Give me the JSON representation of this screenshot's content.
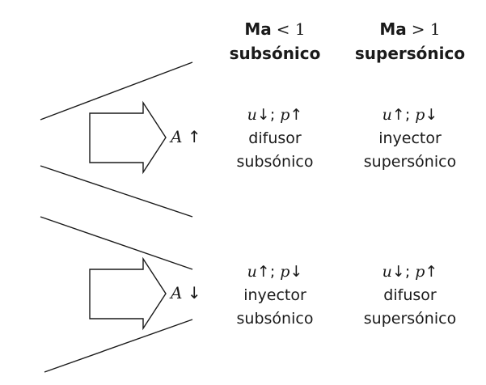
{
  "headers": {
    "subsonic": {
      "ma": "Ma",
      "relation": "< 1",
      "label": "subsónico"
    },
    "supersonic": {
      "ma": "Ma",
      "relation": "> 1",
      "label": "supersónico"
    }
  },
  "rows": [
    {
      "area_var": "A",
      "area_arrow": "↑",
      "subsonic": {
        "u_arrow": "↓",
        "p_arrow": "↑",
        "name": "difusor",
        "regime": "subsónico"
      },
      "supersonic": {
        "u_arrow": "↑",
        "p_arrow": "↓",
        "name": "inyector",
        "regime": "supersónico"
      }
    },
    {
      "area_var": "A",
      "area_arrow": "↓",
      "subsonic": {
        "u_arrow": "↑",
        "p_arrow": "↓",
        "name": "inyector",
        "regime": "subsónico"
      },
      "supersonic": {
        "u_arrow": "↓",
        "p_arrow": "↑",
        "name": "difusor",
        "regime": "supersónico"
      }
    }
  ],
  "symbols": {
    "u": "u",
    "p": "p",
    "separator": ";"
  },
  "colors": {
    "ink": "#1a1a1a",
    "background": "#ffffff"
  }
}
